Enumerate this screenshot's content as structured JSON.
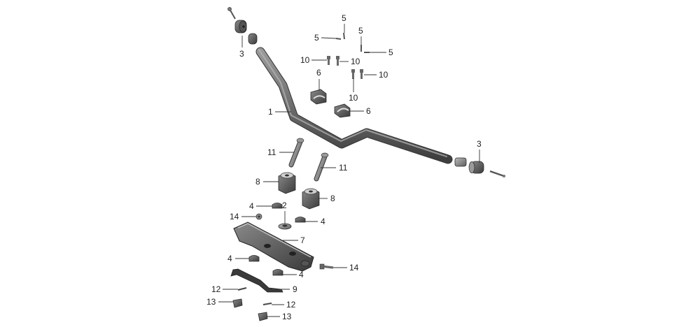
{
  "diagram": {
    "colors": {
      "part_dark": "#4a4a4a",
      "part_mid": "#7a7a7a",
      "part_light": "#a8a8a8",
      "leader": "#333333",
      "label": "#222222"
    },
    "callouts": {
      "c1": "1",
      "c2": "2",
      "c3a": "3",
      "c3b": "3",
      "c4a": "4",
      "c4b": "4",
      "c4c": "4",
      "c4d": "4",
      "c5a": "5",
      "c5b": "5",
      "c5c": "5",
      "c5d": "5",
      "c6a": "6",
      "c6b": "6",
      "c7": "7",
      "c8a": "8",
      "c8b": "8",
      "c9": "9",
      "c10a": "10",
      "c10b": "10",
      "c10c": "10",
      "c10d": "10",
      "c11a": "11",
      "c11b": "11",
      "c12a": "12",
      "c12b": "12",
      "c13a": "13",
      "c13b": "13",
      "c14a": "14",
      "c14b": "14"
    }
  }
}
